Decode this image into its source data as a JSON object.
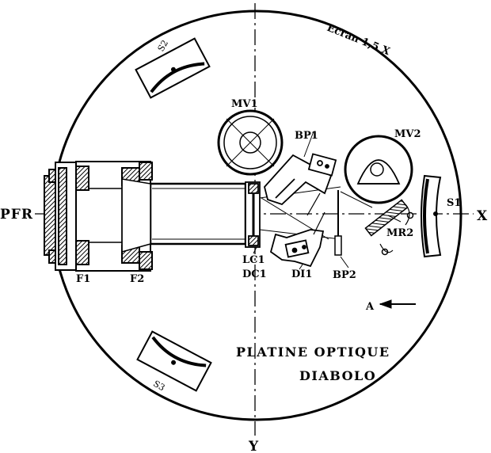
{
  "labels": {
    "pfr": "PFR",
    "x_axis": "X",
    "y_axis": "Y",
    "screen_note": "Ecran 1,5 X",
    "s1": "S1",
    "s2": "S2",
    "s3": "S3",
    "mv1": "MV1",
    "mv2": "MV2",
    "bp1": "BP1",
    "bp2": "BP2",
    "mr2": "MR2",
    "f1": "F1",
    "f2": "F2",
    "lc1": "LC1",
    "dc1": "DC1",
    "di1": "DI1",
    "a": "A"
  },
  "title": {
    "line1": "PLATINE OPTIQUE",
    "line2": "DIABOLO"
  },
  "colors": {
    "ink": "#000000",
    "paper": "#ffffff"
  }
}
